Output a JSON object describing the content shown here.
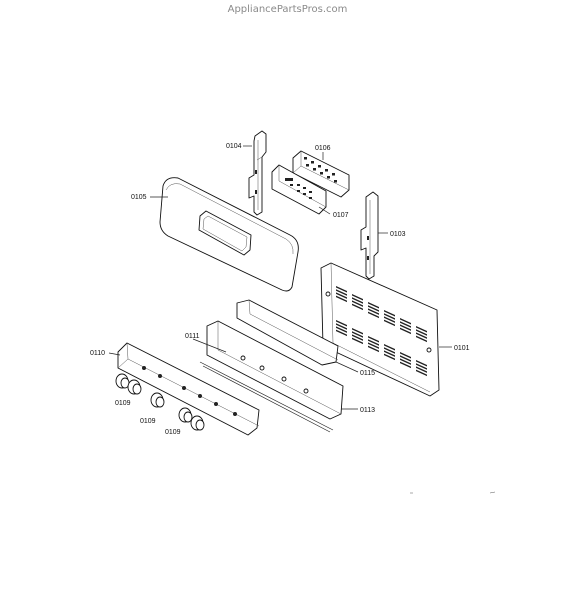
{
  "watermark": "AppliancePartsPros.com",
  "callouts": {
    "c0104": "0104",
    "c0106": "0106",
    "c0105": "0105",
    "c0107": "0107",
    "c0103": "0103",
    "c0101": "0101",
    "c0111": "0111",
    "c0110": "0110",
    "c0115": "0115",
    "c0113": "0113",
    "c0109a": "0109",
    "c0109b": "0109",
    "c0109c": "0109"
  }
}
